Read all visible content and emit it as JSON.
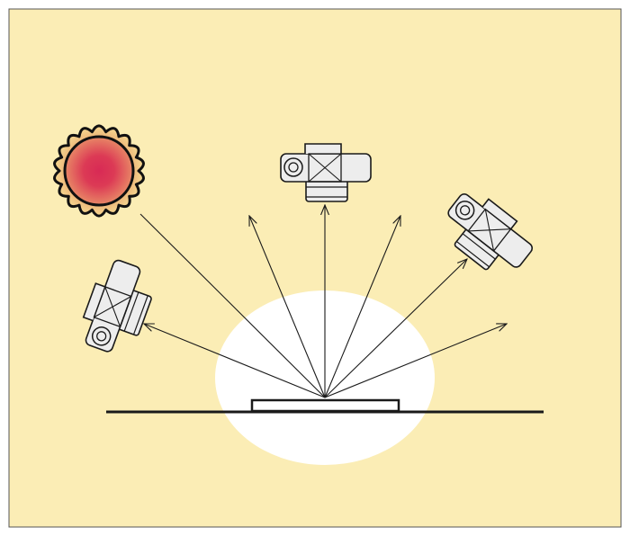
{
  "diagram": {
    "colors": {
      "background": "#FBEDB5",
      "frame": "#555555",
      "halo": "#FFFFFF",
      "line": "#1A1A1A",
      "camera_body": "#EDEDED",
      "sun_core": "#D82A55",
      "sun_glow": "#F0C870"
    },
    "elements": {
      "sun": "sun-icon",
      "cameras": [
        "camera-icon-left",
        "camera-icon-top",
        "camera-icon-right"
      ],
      "sample": "sample-plate",
      "surface": "ground-line"
    }
  }
}
